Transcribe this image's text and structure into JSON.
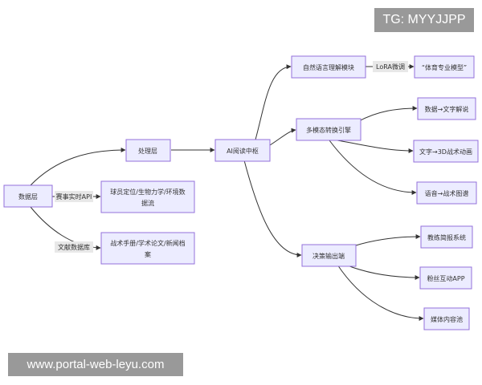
{
  "nodes": {
    "data_layer": "数据层",
    "processing_layer": "处理层",
    "ai_hub": "AI阅读中枢",
    "nlp_module": "自然语言理解模块",
    "sports_model": "“体育专业模型”",
    "multimodal_engine": "多模态转换引擎",
    "data_to_text": "数据→文字解说",
    "text_to_3d": "文字→3D战术动画",
    "voice_to_tactics": "语音→战术图谱",
    "decision_output": "决策输出端",
    "coach_brief": "教练简报系统",
    "fan_app": "粉丝互动APP",
    "media_pool": "媒体内容池",
    "realtime_data": [
      "球员定位/生物力学/环境数",
      "据流"
    ],
    "database_content": [
      "战术手册/学术论文/新闻档",
      "案"
    ]
  },
  "edges": {
    "realtime_api": "赛事实时API",
    "literature_db": "文献数据库",
    "lora": "LoRA微调"
  },
  "watermarks": {
    "tg": "TG: MYYJJPP",
    "url": "www.portal-web-leyu.com"
  }
}
